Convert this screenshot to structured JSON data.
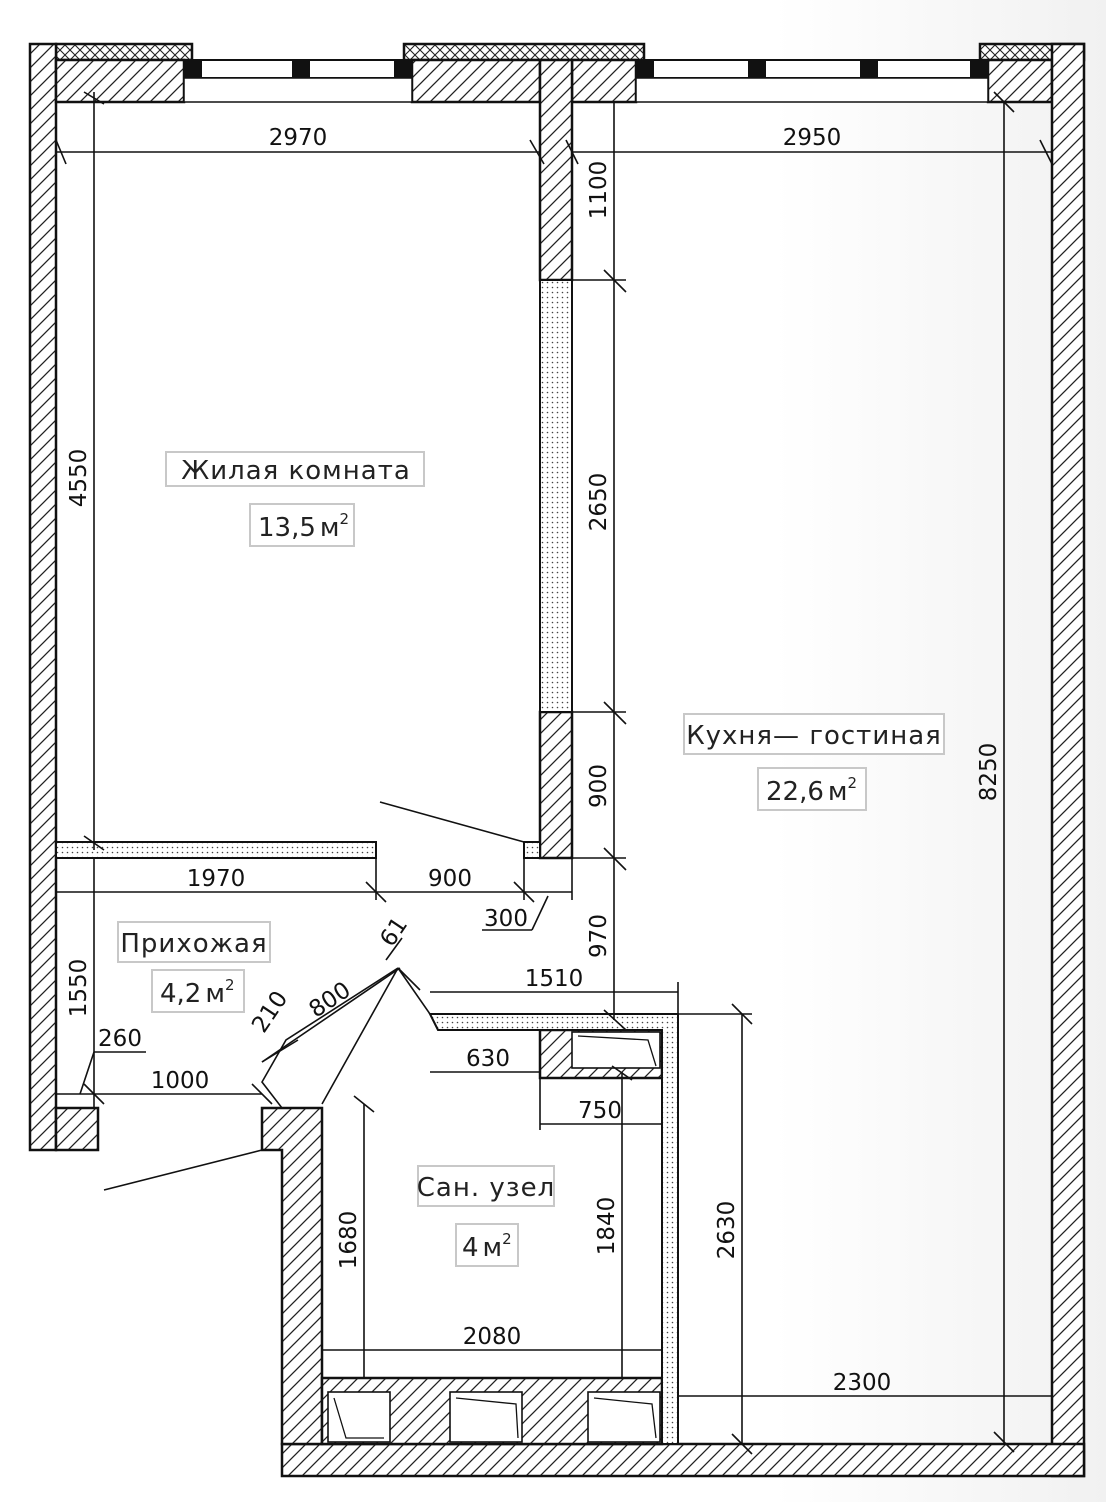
{
  "rooms": {
    "living": {
      "name": "Жилая  комната",
      "area_value": "13,5",
      "area_unit": "м",
      "area_exp": "2"
    },
    "kitchen": {
      "name": "Кухня— гостиная",
      "area_value": "22,6",
      "area_unit": "м",
      "area_exp": "2"
    },
    "hall": {
      "name": "Прихожая",
      "area_value": "4,2",
      "area_unit": "м",
      "area_exp": "2"
    },
    "bath": {
      "name": "Сан. узел",
      "area_value": "4",
      "area_unit": "м",
      "area_exp": "2"
    }
  },
  "dimensions": {
    "living_width": "2970",
    "kitchen_width": "2950",
    "living_depth": "4550",
    "wall_seg_top": "1100",
    "wall_seg_mid": "2650",
    "wall_seg_low": "900",
    "kitchen_depth": "8250",
    "hall_wall": "1970",
    "door_living": "900",
    "door_jamb": "300",
    "hall_gap": "970",
    "hall_depth": "1550",
    "hall_small": "260",
    "entry_width": "1000",
    "diag_210": "210",
    "diag_800": "800",
    "diag_61": "61",
    "bath_top": "1510",
    "bath_nook": "630",
    "bath_niche": "750",
    "bath_left": "1680",
    "bath_right": "1840",
    "bath_bottom": "2080",
    "kitchen_right_low": "2630",
    "kitchen_bottom": "2300"
  }
}
